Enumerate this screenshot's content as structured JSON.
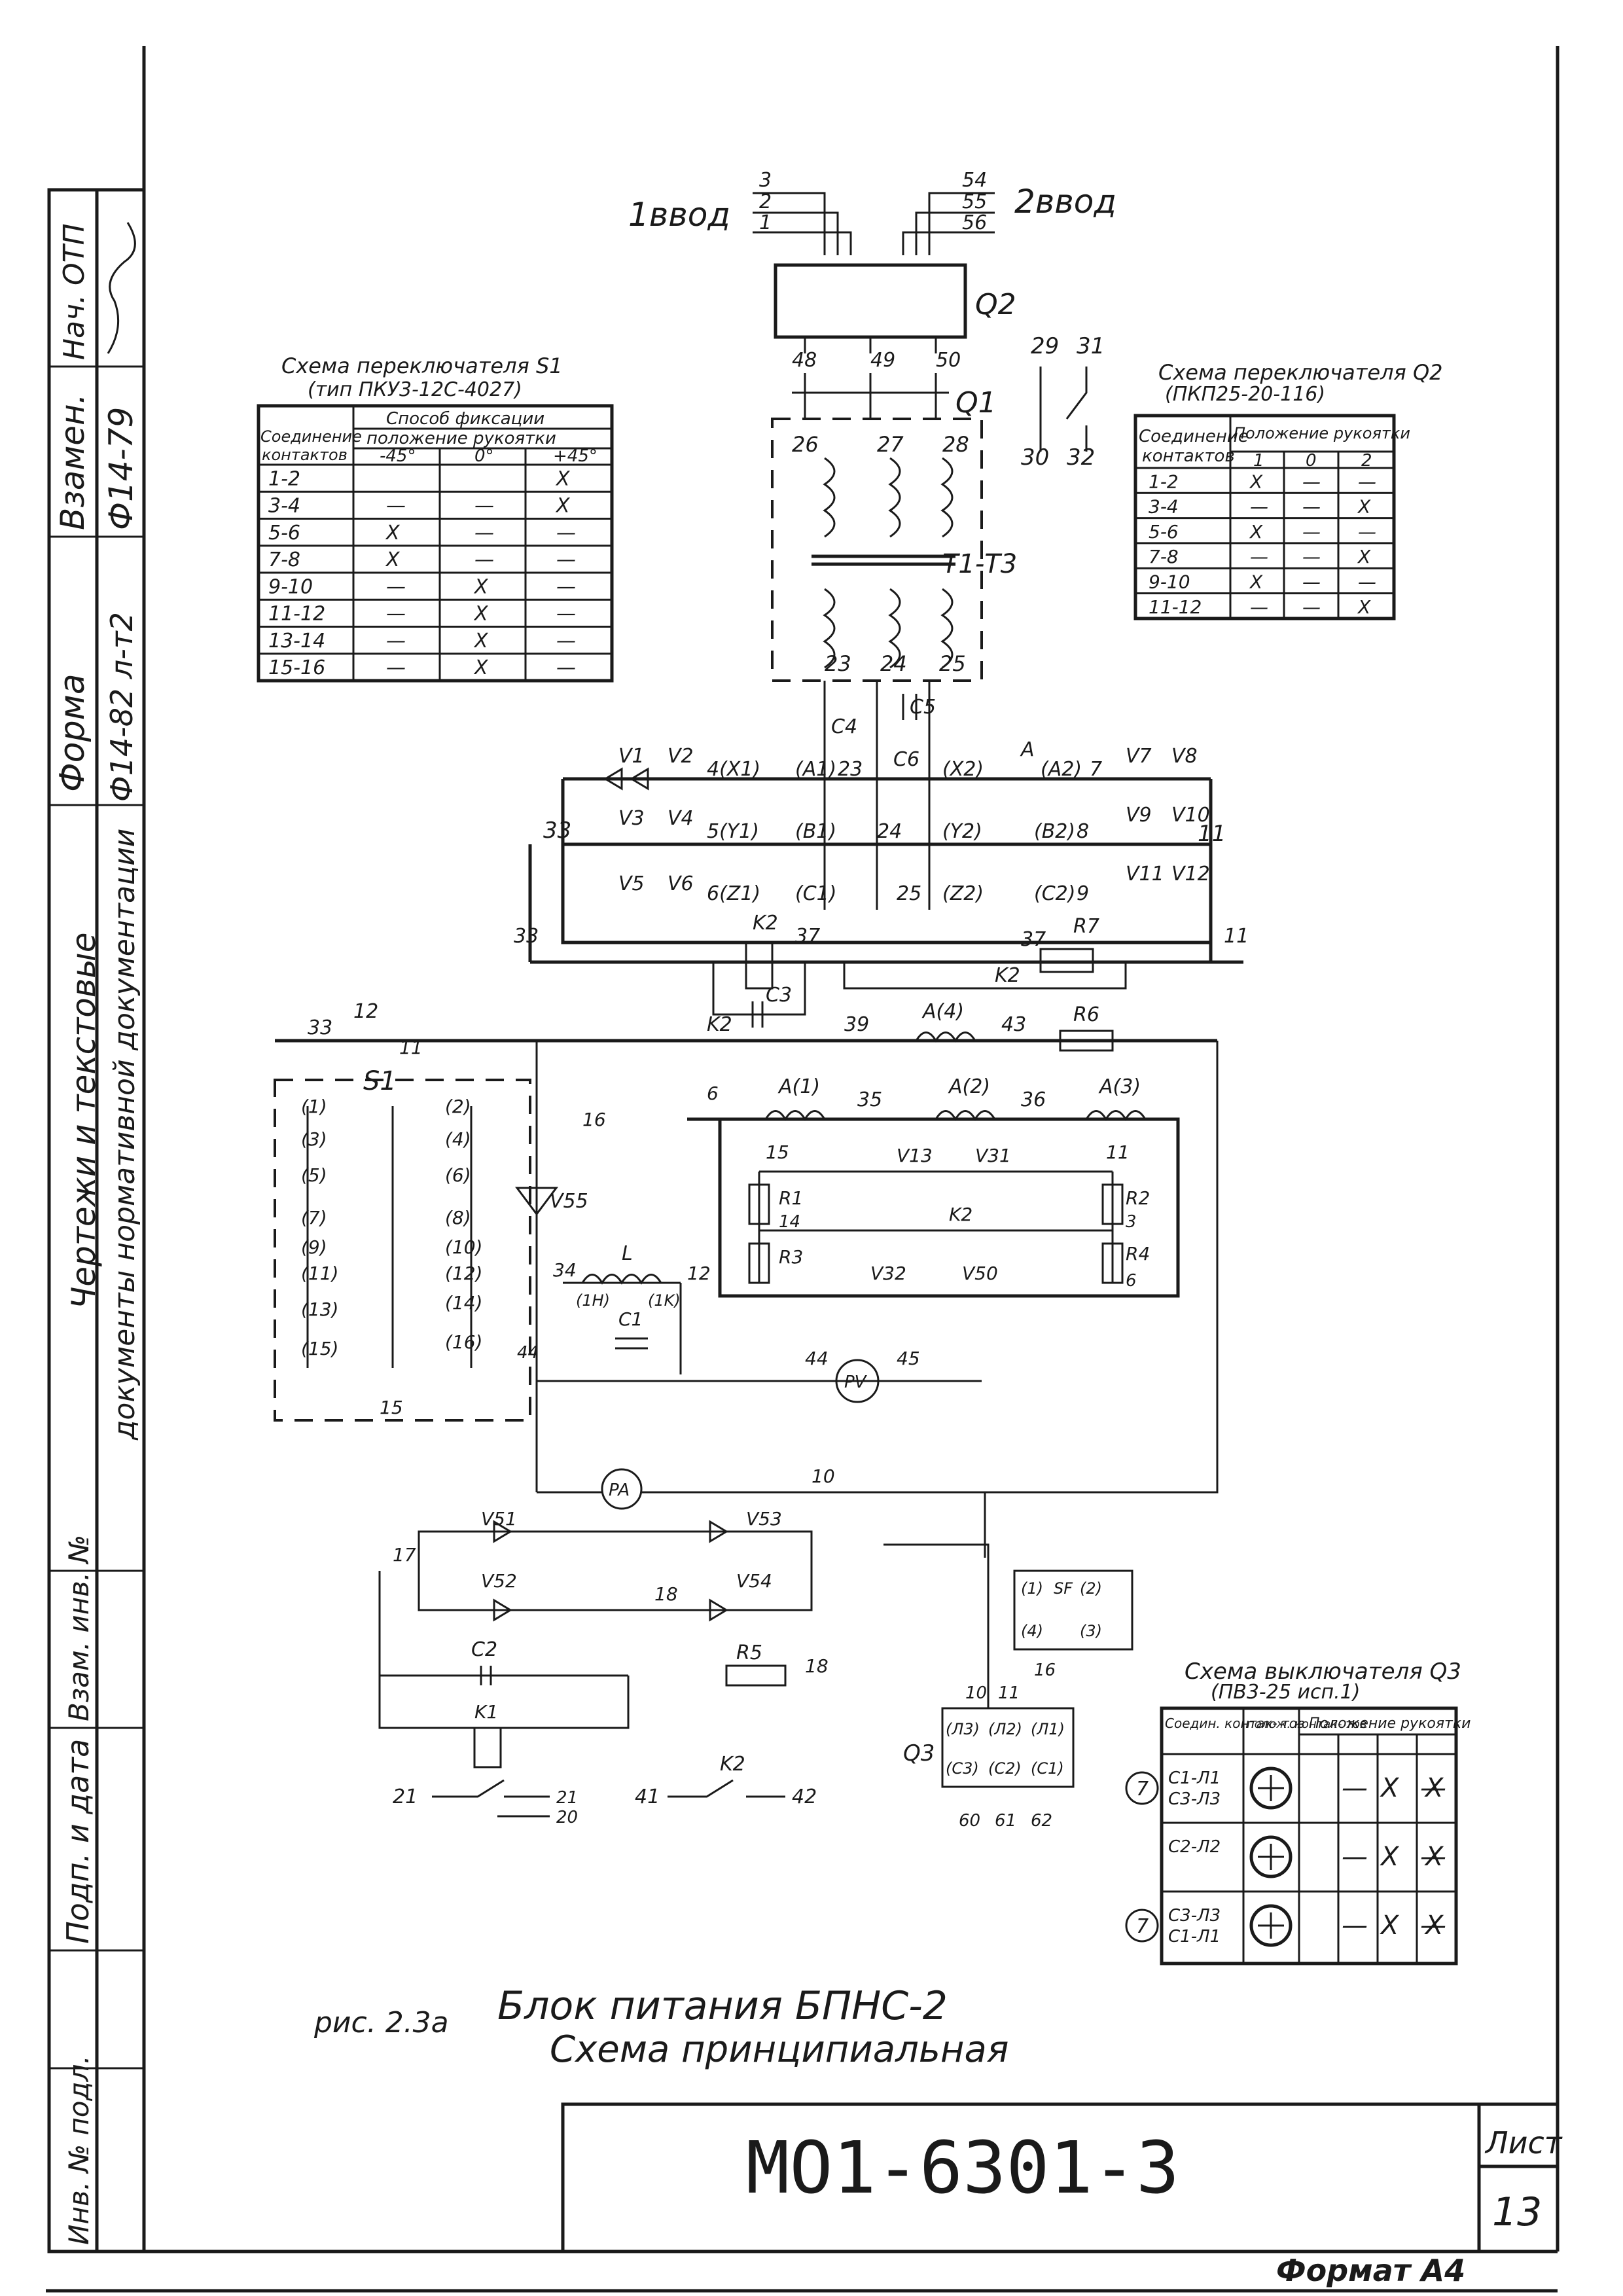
{
  "side_stamp": {
    "top_cells": [
      {
        "label": "Нач. ОТП",
        "value": ""
      },
      {
        "label": "Взамен.",
        "value": "Ф14-79"
      },
      {
        "label": "Форма",
        "value": "Ф14-82 л-т2"
      }
    ],
    "group_title_1": "Чертежи и текстовые",
    "group_title_2": "документы нормативной документации",
    "bottom_cells": [
      "Взам. инв. №",
      "Подп. и дата",
      "Инв. № подл."
    ]
  },
  "diagram": {
    "input_1": "1ввод",
    "input_2": "2ввод",
    "nodes_in_left": [
      "3",
      "2",
      "1"
    ],
    "nodes_in_right": [
      "54",
      "55",
      "56"
    ],
    "q2_label": "Q2",
    "q1_label": "Q1",
    "transformer_label": "Т1-Т3",
    "primary_nodes": [
      "26",
      "27",
      "28"
    ],
    "secondary_nodes": [
      "23",
      "24",
      "25"
    ],
    "q2_out_nodes": [
      "48",
      "49",
      "50"
    ],
    "q1_aux_nodes": [
      "29",
      "31",
      "30",
      "32"
    ],
    "capacitors_top": [
      "C4",
      "C5",
      "C6"
    ],
    "rectifier": {
      "left_node": "33",
      "right_node": "11",
      "row1": [
        "V1",
        "V2",
        "4(X1)",
        "(A1)",
        "23",
        "(X2)",
        "A",
        "(A2)",
        "7",
        "V7",
        "V8"
      ],
      "row2": [
        "V3",
        "V4",
        "5(Y1)",
        "(B1)",
        "24",
        "(Y2)",
        "(B2)",
        "8",
        "V9",
        "V10"
      ],
      "row3": [
        "V5",
        "V6",
        "6(Z1)",
        "(C1)",
        "25",
        "(Z2)",
        "(C2)",
        "9",
        "V11",
        "V12"
      ]
    },
    "k2_line": [
      "33",
      "K2",
      "37",
      "C3",
      "37",
      "R7",
      "K2",
      "11"
    ],
    "line39": [
      "33",
      "12",
      "K2",
      "39",
      "A(4)",
      "43",
      "R6"
    ],
    "s1_label": "S1",
    "s1_contacts_left": [
      "(1)",
      "(3)",
      "(5)",
      "(7)",
      "(9)",
      "(11)",
      "(13)",
      "(15)"
    ],
    "s1_contacts_right": [
      "(2)",
      "(4)",
      "(6)",
      "(8)",
      "(10)",
      "(12)",
      "(14)",
      "(16)"
    ],
    "wire_11": "11",
    "wire_16": "16",
    "wire_15": "15",
    "ammeter_line": [
      "6",
      "A(1)",
      "35",
      "A(2)",
      "36",
      "A(3)"
    ],
    "divider": [
      "15",
      "V13",
      "V31",
      "11",
      "R1",
      "14",
      "K2",
      "R2",
      "3",
      "R3",
      "V32",
      "V50",
      "R4",
      "6"
    ],
    "inductor": [
      "V55",
      "34",
      "L",
      "(1H)",
      "(1K)",
      "12",
      "C1",
      "44"
    ],
    "voltmeter": [
      "44",
      "PV",
      "45"
    ],
    "pa": "PA",
    "wire_10": "10",
    "lower_bridge": [
      "V51",
      "V53",
      "17",
      "V52",
      "V54",
      "18"
    ],
    "timer": [
      "C2",
      "R5",
      "18",
      "K1"
    ],
    "q3_block": [
      "(Л3)",
      "(Л2)",
      "(Л1)",
      "(C3)",
      "(C2)",
      "(C1)",
      "Q3",
      "10",
      "11",
      "16"
    ],
    "q3_nodes_below": [
      "60",
      "61",
      "62"
    ],
    "bottom_contacts": [
      "21",
      "21",
      "20",
      "41",
      "K2",
      "42"
    ],
    "sf_block": [
      "(1)",
      "(2)",
      "SF",
      "(4)",
      "(3)"
    ]
  },
  "table_s1": {
    "title_1": "Схема переключателя S1",
    "title_2": "(тип ПКУ3-12С-4027)",
    "header_method": "Способ фиксации",
    "header_position": "положение рукоятки",
    "header_left_1": "Соединение",
    "header_left_2": "контактов",
    "columns": [
      "-45°",
      "0°",
      "+45°"
    ],
    "rows": [
      [
        "1-2",
        "",
        "",
        "X"
      ],
      [
        "3-4",
        "—",
        "—",
        "X"
      ],
      [
        "5-6",
        "X",
        "—",
        "—"
      ],
      [
        "7-8",
        "X",
        "—",
        "—"
      ],
      [
        "9-10",
        "—",
        "X",
        "—"
      ],
      [
        "11-12",
        "—",
        "X",
        "—"
      ],
      [
        "13-14",
        "—",
        "X",
        "—"
      ],
      [
        "15-16",
        "—",
        "X",
        "—"
      ]
    ]
  },
  "table_q2": {
    "title_1": "Схема переключателя Q2",
    "title_2": "(ПКП25-20-116)",
    "header_left_1": "Соединение",
    "header_left_2": "контактов",
    "header_position": "Положение рукоятки",
    "columns": [
      "1",
      "0",
      "2"
    ],
    "rows": [
      [
        "1-2",
        "X",
        "—",
        "—"
      ],
      [
        "3-4",
        "—",
        "—",
        "X"
      ],
      [
        "5-6",
        "X",
        "—",
        "—"
      ],
      [
        "7-8",
        "—",
        "—",
        "X"
      ],
      [
        "9-10",
        "X",
        "—",
        "—"
      ],
      [
        "11-12",
        "—",
        "—",
        "X"
      ]
    ]
  },
  "table_q3": {
    "title_1": "Схема выключателя Q3",
    "title_2": "(ПВ3-25 исп.1)",
    "header_1": "Соедин. контак- тов",
    "header_2": "полож. контак- тов",
    "header_3": "Положение рукоятки",
    "rows": [
      {
        "label": "C1-Л1 C3-Л3",
        "cells": [
          "—",
          "X",
          "—",
          "X"
        ],
        "marker": "7"
      },
      {
        "label": "C2-Л2",
        "cells": [
          "—",
          "X",
          "—",
          "X"
        ],
        "marker": ""
      },
      {
        "label": "C3-Л3 C1-Л1",
        "cells": [
          "—",
          "X",
          "—",
          "X"
        ],
        "marker": "7"
      }
    ]
  },
  "caption": {
    "fig": "рис. 2.3а",
    "title": "Блок питания БПНС-2",
    "subtitle": "Схема принципиальная"
  },
  "title_block": {
    "doc_number": "МО1-6301-3",
    "sheet_label": "Лист",
    "sheet_number": "13"
  },
  "format_label": "Формат А4"
}
